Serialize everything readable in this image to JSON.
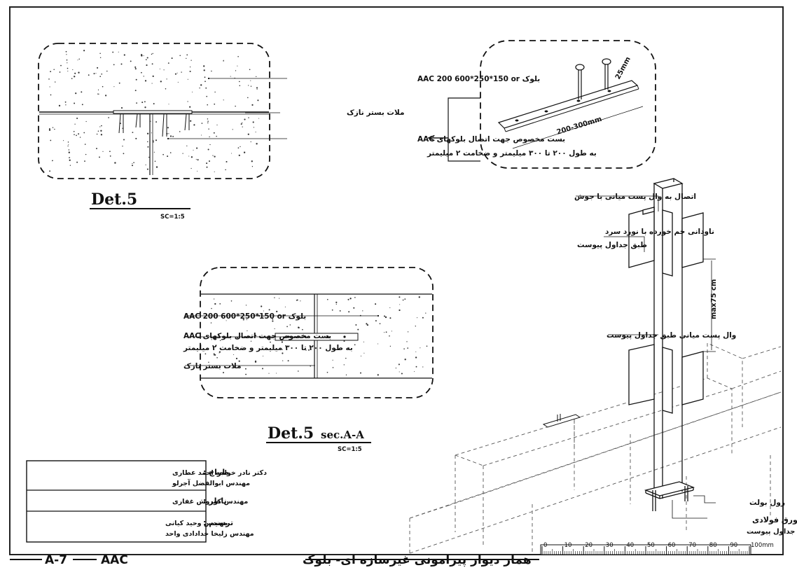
{
  "det_top": {
    "block_label": "بلوک  AAC  200  600*250*150 or",
    "mortar_label": "ملات بستر نازک",
    "tie_label_1": "بست مخصوص جهت اتصال بلوکهای AAC",
    "tie_label_2": "به طول ۲۰۰ تا ۳۰۰ میلیمتر و ضخامت ۲ میلیمتر",
    "title": "Det.5",
    "scale": "SC=1:5"
  },
  "tie_detail": {
    "length_label": "200-300mm",
    "width_label": "25mm"
  },
  "det_sec": {
    "block_label": "بلوک  AAC  200  600*250*150 or",
    "tie_label_1": "بست مخصوص جهت اتصال بلوکهای AAC",
    "tie_label_2": "به طول ۲۰۰ تا ۳۰۰ میلیمتر و ضخامت ۲ میلیمتر",
    "mortar_label": "ملات بستر نازک",
    "title": "Det.5",
    "section": "sec.A-A",
    "scale": "SC=1:5"
  },
  "iso": {
    "weld_label": "اتصال  به وال پست میانی با جوش",
    "channel_label_1": "ناودانی خم خورده با نورد سرد",
    "channel_label_2": "طبق جداول پیوست",
    "post_label": "وال پست میانی  طبق جداول پیوست",
    "spacing_label": "max75 cm",
    "bolt_label": "رول بولت",
    "plate_label_1": "ورق فولادی",
    "plate_label_2": "طبق جداول پیوست"
  },
  "title_block": {
    "designer_role": "طراح :",
    "designer_1": "دکتر نادر خواجه احمد عطاری",
    "designer_2": "مهندس ابوالفضل آجرلو",
    "supervisor_role": "ناظر :",
    "supervisor": "مهندس کوروش غفاری",
    "drafter_role": "ترسیم :",
    "drafter_1": "مهندس وحید کیانی",
    "drafter_2": "مهندس زلیخا خدادادی واحد"
  },
  "footer": {
    "sheet": "A-7",
    "project": "AAC",
    "title": "همار دیوار پیرامونی غیرسازه ای- بلوک"
  },
  "ruler": {
    "labels": [
      "0",
      "10",
      "20",
      "30",
      "40",
      "50",
      "60",
      "70",
      "80",
      "90",
      "100mm"
    ]
  },
  "colors": {
    "line": "#111111",
    "paper": "#ffffff",
    "frame": "#222222"
  }
}
